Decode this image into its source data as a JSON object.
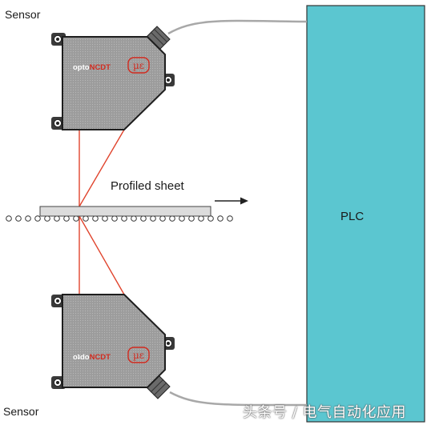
{
  "labels": {
    "sensor_top": "Sensor",
    "sensor_bottom": "Sensor",
    "sheet": "Profiled sheet",
    "plc": "PLC",
    "brand_prefix": "opto",
    "brand_name": "NCDT",
    "brand_logo": "µε",
    "watermark": "头条号 / 电气自动化应用"
  },
  "colors": {
    "plc_fill": "#5bc6d0",
    "sensor_body": "#9a9a9a",
    "laser": "#e0432c",
    "cable": "#a8a8a8",
    "sheet_fill": "#dcdcdc",
    "brand_red": "#d22a1e"
  },
  "icons": {
    "direction": "right-arrow-icon",
    "roller": "roller-circle-icon",
    "mount_hole": "mount-hole-icon",
    "connector": "cable-connector-icon"
  }
}
